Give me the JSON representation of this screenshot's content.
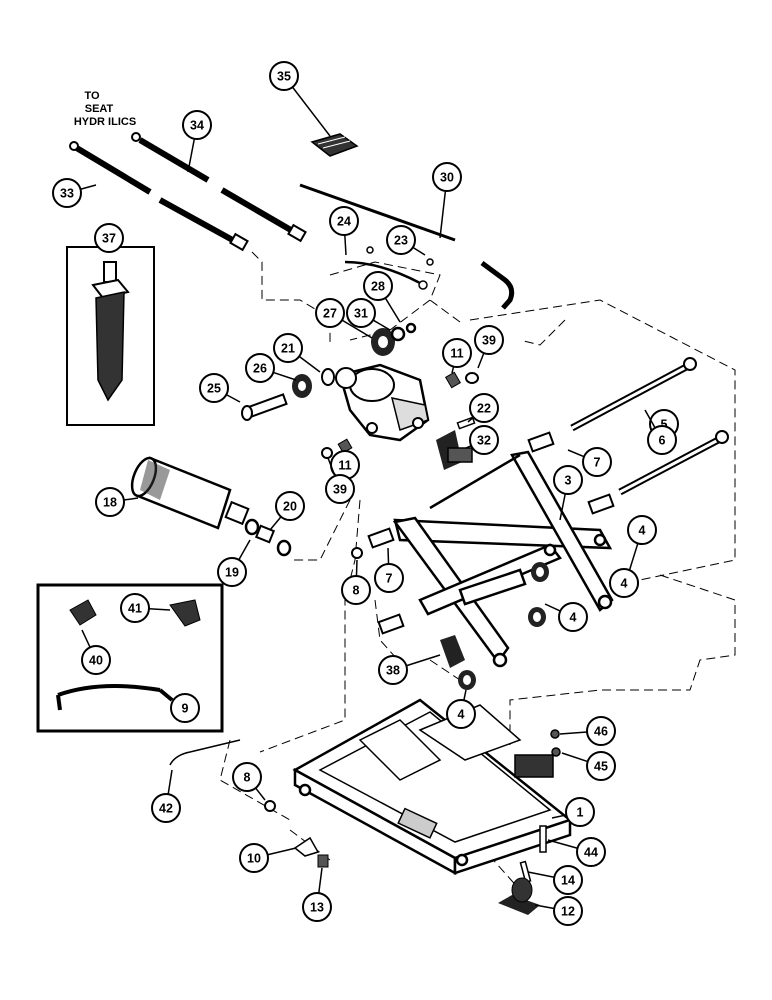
{
  "note": {
    "line1": "TO",
    "line2": "SEAT",
    "line3": "HYDR  ILICS"
  },
  "callouts": [
    "1",
    "3",
    "4",
    "4",
    "4",
    "4",
    "5",
    "6",
    "7",
    "7",
    "8",
    "8",
    "9",
    "10",
    "11",
    "11",
    "12",
    "13",
    "14",
    "18",
    "19",
    "20",
    "21",
    "22",
    "23",
    "24",
    "25",
    "26",
    "27",
    "28",
    "30",
    "31",
    "32",
    "33",
    "34",
    "35",
    "37",
    "38",
    "39",
    "39",
    "40",
    "41",
    "42",
    "44",
    "45",
    "46"
  ]
}
